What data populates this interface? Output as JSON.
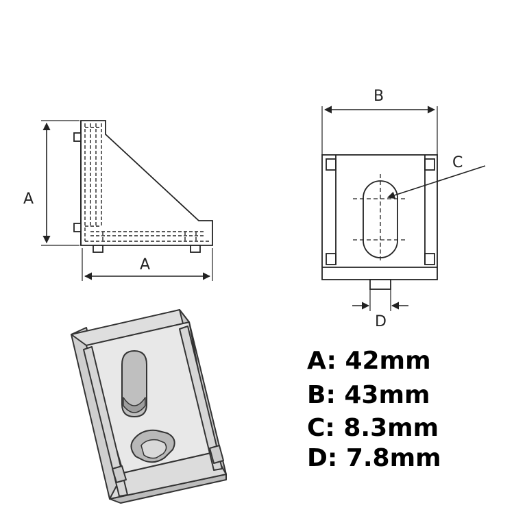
{
  "labels": {
    "side_height": "A",
    "side_width": "A",
    "front_width": "B",
    "slot_width": "C",
    "tab_width": "D"
  },
  "specs": [
    {
      "key": "A",
      "value": "A: 42mm"
    },
    {
      "key": "B",
      "value": "B: 43mm"
    },
    {
      "key": "C",
      "value": "C: 8.3mm"
    },
    {
      "key": "D",
      "value": "D: 7.8mm"
    }
  ],
  "colors": {
    "line": "#222222",
    "part_fill": "#e8e8e8",
    "part_shade": "#cfcfcf",
    "part_dark": "#b5b5b5"
  }
}
